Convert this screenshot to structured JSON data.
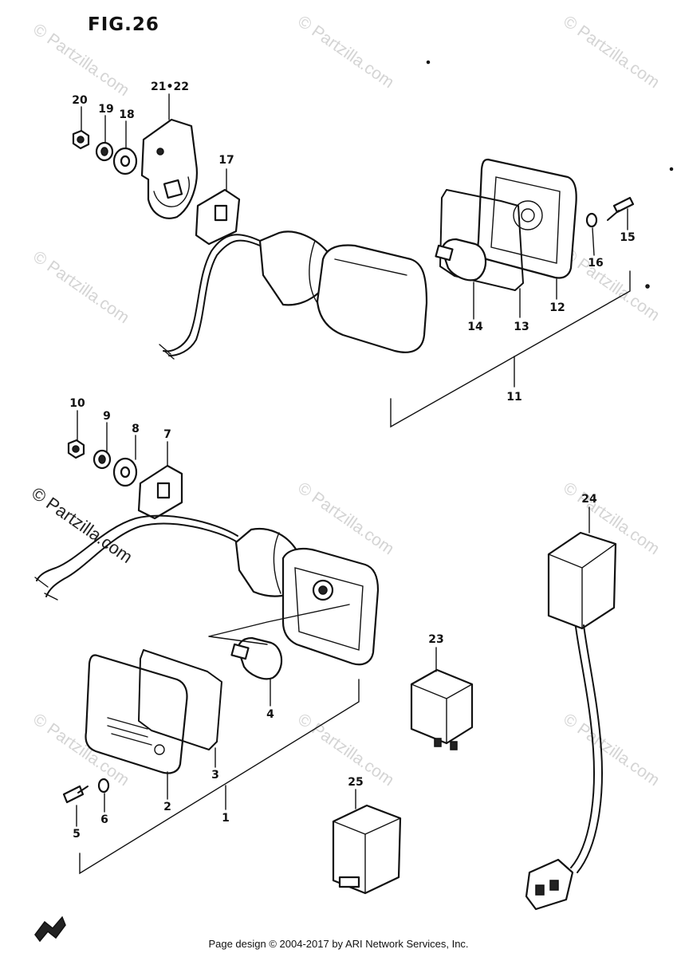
{
  "figure": {
    "title": "FIG.26"
  },
  "watermark": {
    "text": "© Partzilla.com",
    "prominent_text": "© Partzilla.com"
  },
  "callouts": {
    "c1": "1",
    "c2": "2",
    "c3": "3",
    "c4": "4",
    "c5": "5",
    "c6": "6",
    "c7": "7",
    "c8": "8",
    "c9": "9",
    "c10": "10",
    "c11": "11",
    "c12": "12",
    "c13": "13",
    "c14": "14",
    "c15": "15",
    "c16": "16",
    "c17": "17",
    "c18": "18",
    "c19": "19",
    "c20": "20",
    "c21_22": "21•22",
    "c23": "23",
    "c24": "24",
    "c25": "25"
  },
  "footer": {
    "text": "Page design © 2004-2017 by ARI Network Services, Inc."
  },
  "colors": {
    "ink": "#111111",
    "watermark": "#d4d4d4",
    "background": "#ffffff"
  }
}
